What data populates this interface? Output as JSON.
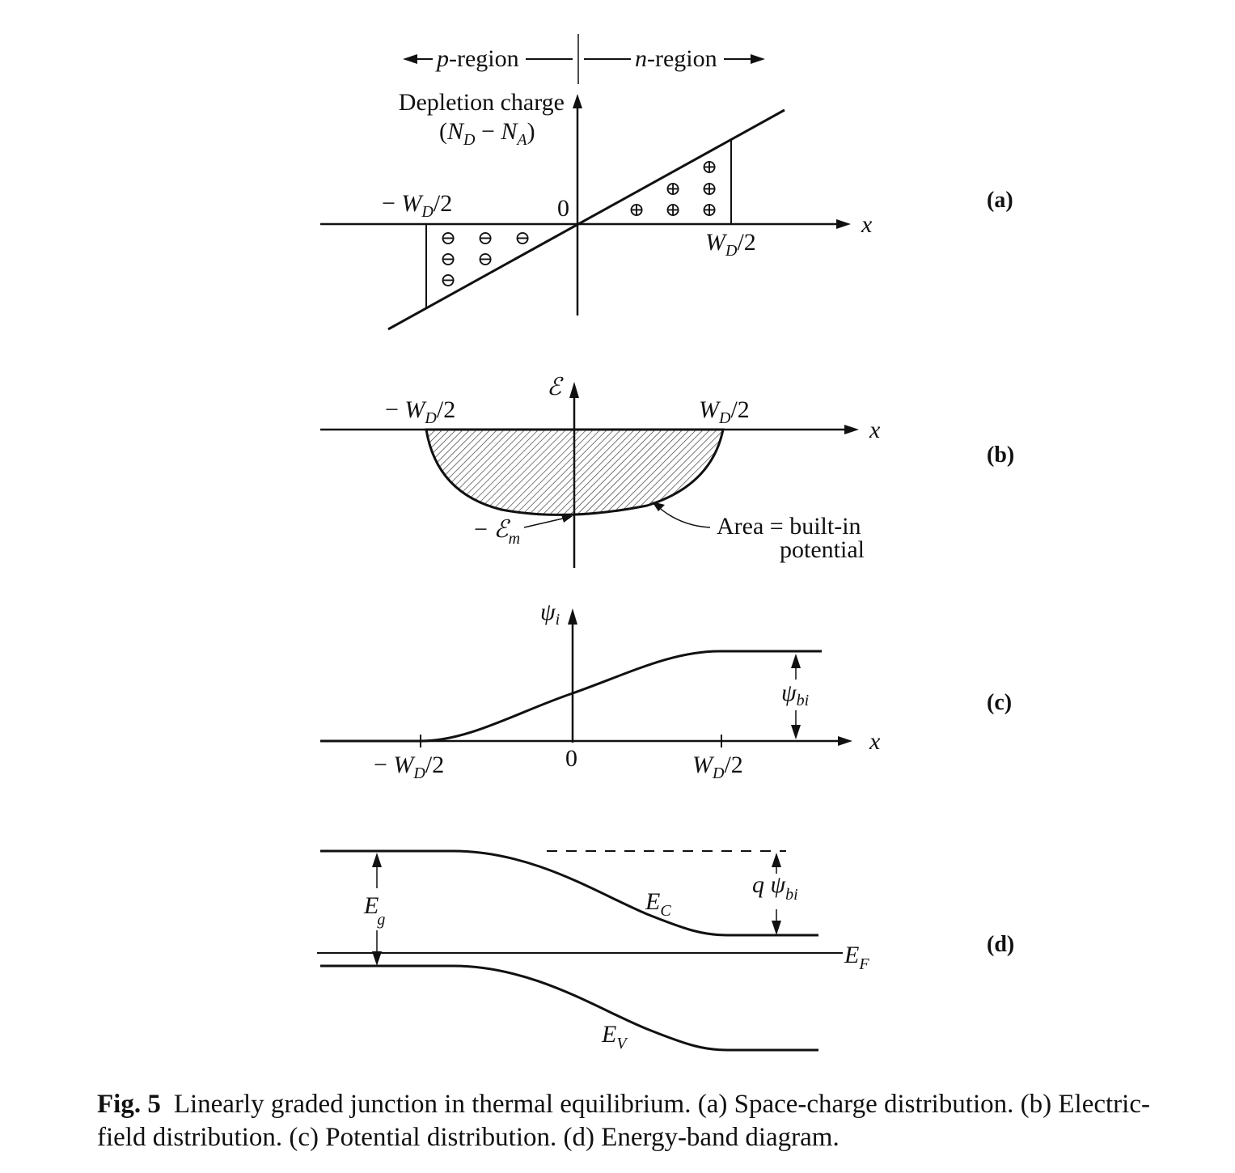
{
  "panel_a": {
    "label": "(a)",
    "p_region": "p-region",
    "n_region": "n-region",
    "y_label_line1": "Depletion charge",
    "y_label_line2": "(N_D − N_A)",
    "zero": "0",
    "neg_w": "− W_D/2",
    "pos_w": "W_D/2",
    "x_axis": "x",
    "negative_charge_symbol": "⊖",
    "positive_charge_symbol": "⊕"
  },
  "panel_b": {
    "label": "(b)",
    "y_label": "ℰ",
    "neg_w": "− W_D/2",
    "pos_w": "W_D/2",
    "x_axis": "x",
    "em_label": "− ℰm",
    "area_line1": "Area = built-in",
    "area_line2": "potential"
  },
  "panel_c": {
    "label": "(c)",
    "y_label": "ψi",
    "psi_bi": "ψbi",
    "x_axis": "x",
    "neg_w": "− W_D/2",
    "zero": "0",
    "pos_w": "W_D/2"
  },
  "panel_d": {
    "label": "(d)",
    "eg": "Eg",
    "q_psi_bi": "qψbi",
    "ec": "EC",
    "ef": "EF",
    "ev": "EV"
  },
  "caption": {
    "fig": "Fig. 5",
    "text": "Linearly graded junction in thermal equilibrium. (a) Space-charge distribution. (b) Electric-field distribution. (c) Potential distribution. (d) Energy-band diagram."
  }
}
